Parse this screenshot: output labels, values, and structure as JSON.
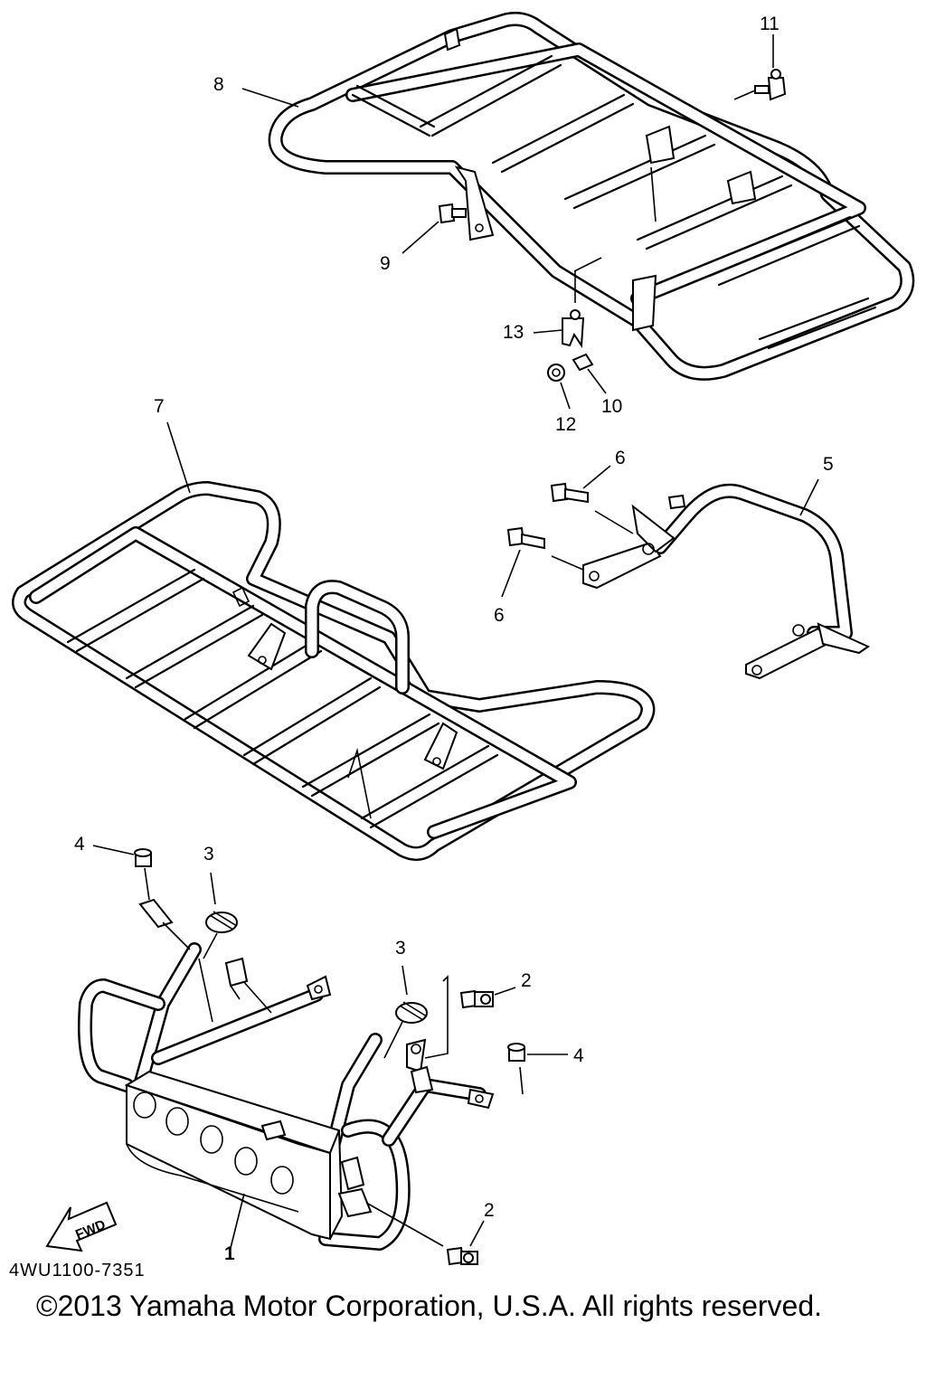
{
  "diagram": {
    "callouts": {
      "c1": "1",
      "c2a": "2",
      "c2b": "2",
      "c3a": "3",
      "c3b": "3",
      "c4a": "4",
      "c4b": "4",
      "c5": "5",
      "c6a": "6",
      "c6b": "6",
      "c7": "7",
      "c8": "8",
      "c9": "9",
      "c10": "10",
      "c11": "11",
      "c12": "12",
      "c13": "13"
    },
    "fwd_label": "FWD",
    "diagram_code": "4WU1100-7351",
    "copyright": "©2013 Yamaha Motor Corporation, U.S.A. All rights reserved."
  }
}
